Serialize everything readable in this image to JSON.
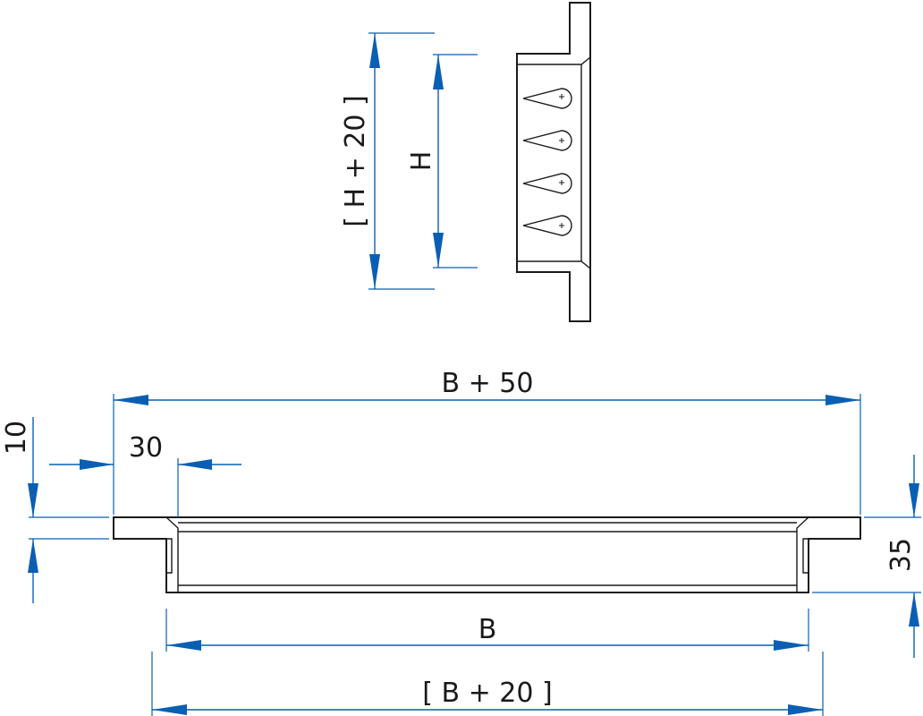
{
  "dimensions": {
    "overall_height": "[ H + 20 ]",
    "height": "H",
    "overall_width": "B + 50",
    "flange_width": "30",
    "flange_thickness": "10",
    "total_depth": "35",
    "inner_width": "B",
    "outer_width": "[ B + 20 ]"
  },
  "colors": {
    "dimension": "#0a5fb4",
    "part_outline": "#1a1a1a"
  }
}
